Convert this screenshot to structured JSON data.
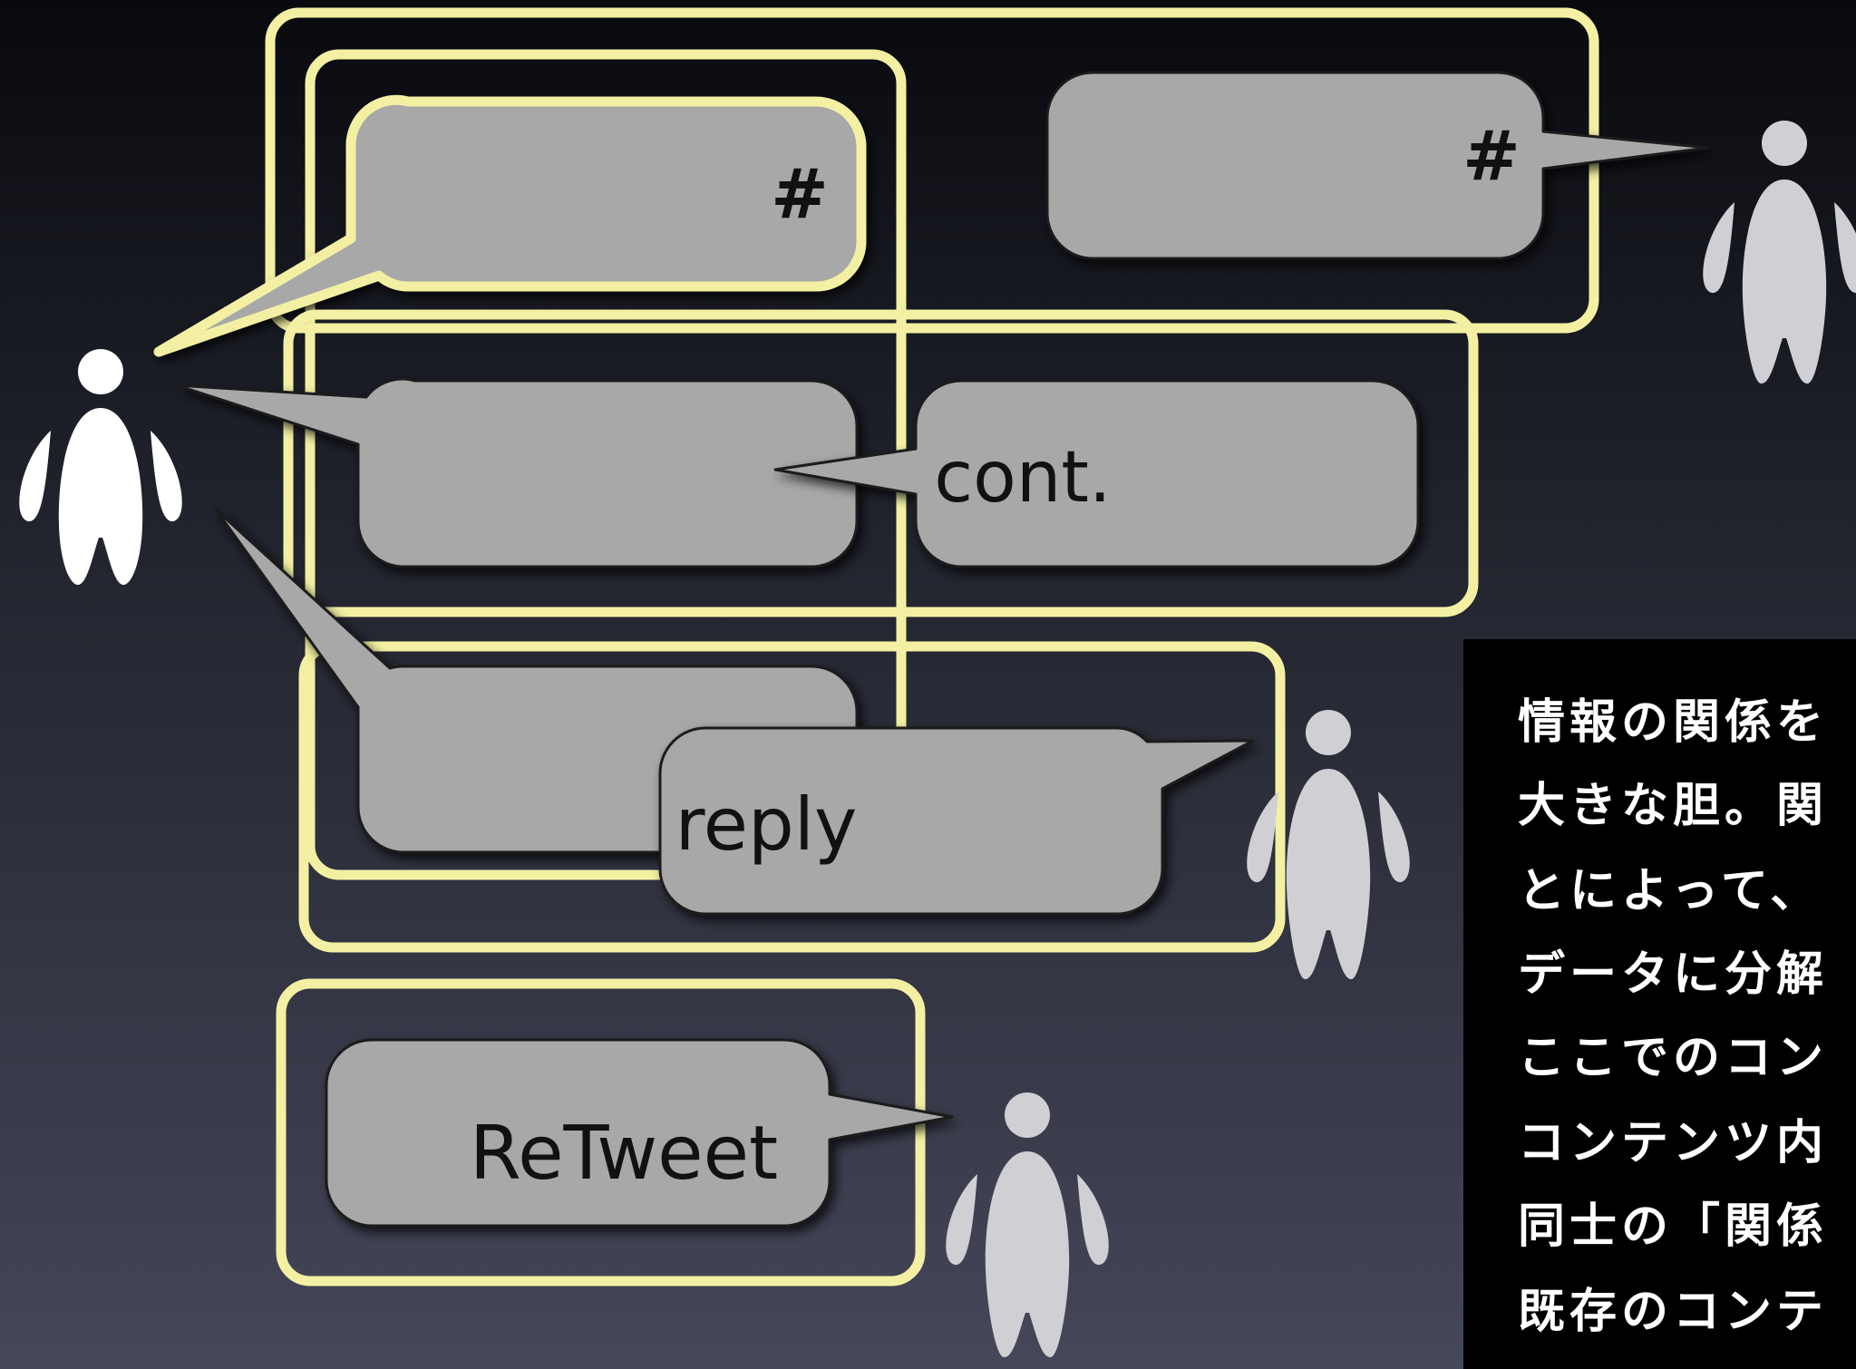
{
  "colors": {
    "frame": "#f3f0a3",
    "bubble": "#a8a8a8",
    "bubble_border": "#1a1a1a",
    "person_primary": "#ffffff",
    "person_secondary": "#d0d0d4",
    "text_box_background": "#000000",
    "text_box_text": "#ffffff"
  },
  "labels": {
    "hash_top_left": "#",
    "hash_top_right": "#",
    "cont": "cont.",
    "reply": "reply",
    "retweet": "ReTweet"
  },
  "icons": {
    "person": "person-icon"
  },
  "text_box": {
    "lines": [
      "情報の関係を",
      "大きな胆。関",
      "とによって、",
      "データに分解",
      "ここでのコン",
      "コンテンツ内",
      "同士の「関係",
      "既存のコンテ"
    ]
  }
}
